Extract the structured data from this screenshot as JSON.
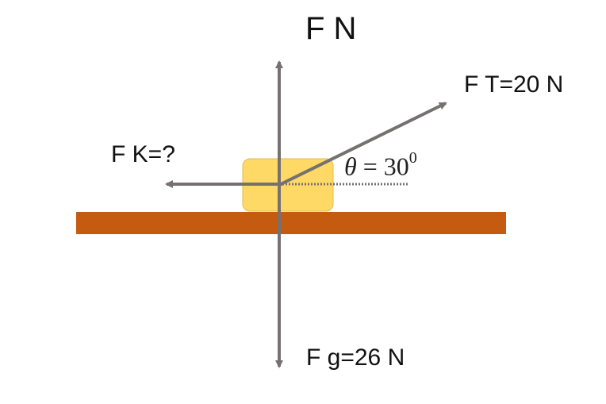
{
  "diagram": {
    "forces": {
      "normal": {
        "label": "F N"
      },
      "tension": {
        "label": "F T=20 N"
      },
      "friction": {
        "label": "F K=?"
      },
      "gravity": {
        "label": "F g=26 N"
      }
    },
    "angle": {
      "symbol": "θ",
      "equals": " = 30",
      "exponent": "0"
    },
    "colors": {
      "ground": "#c55a11",
      "block": "#ffd966",
      "arrow": "#767171"
    }
  }
}
